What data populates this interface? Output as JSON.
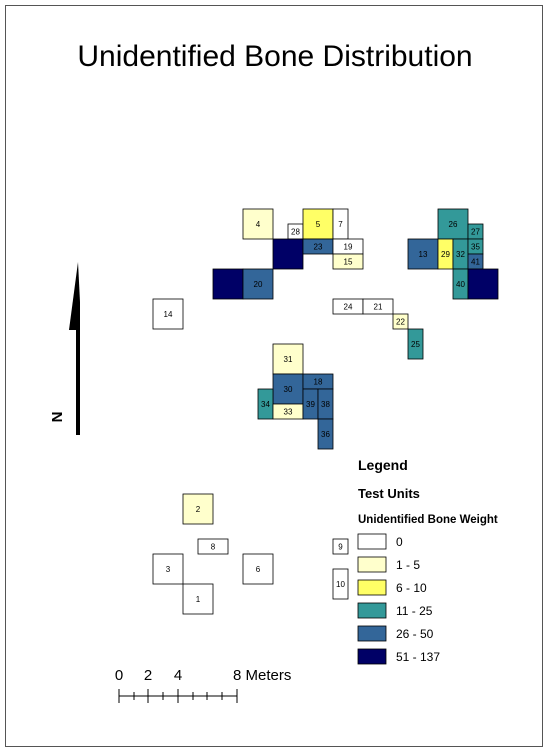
{
  "map": {
    "title": "Unidentified Bone Distribution",
    "north_label": "N",
    "legend": {
      "title": "Legend",
      "subtitle": "Test Units",
      "field": "Unidentified Bone Weight",
      "classes": [
        {
          "label": "0",
          "color": "#ffffff"
        },
        {
          "label": "1 - 5",
          "color": "#ffffcc"
        },
        {
          "label": "6 - 10",
          "color": "#ffff66"
        },
        {
          "label": "11 - 25",
          "color": "#339999"
        },
        {
          "label": "26 - 50",
          "color": "#336699"
        },
        {
          "label": "51 - 137",
          "color": "#000066"
        }
      ]
    },
    "scale_bar": {
      "labels": [
        "0",
        "2",
        "4",
        "8 Meters"
      ]
    },
    "units": [
      {
        "id": "4",
        "cls": 1,
        "label": "4"
      },
      {
        "id": "28",
        "cls": 0,
        "label": "28"
      },
      {
        "id": "5",
        "cls": 2,
        "label": "5"
      },
      {
        "id": "7",
        "cls": 0,
        "label": "7"
      },
      {
        "id": "u-dark-a",
        "cls": 5,
        "label": ""
      },
      {
        "id": "23",
        "cls": 4,
        "label": "23"
      },
      {
        "id": "19",
        "cls": 0,
        "label": "19"
      },
      {
        "id": "15",
        "cls": 1,
        "label": "15"
      },
      {
        "id": "u-dark-b",
        "cls": 5,
        "label": ""
      },
      {
        "id": "20",
        "cls": 4,
        "label": "20"
      },
      {
        "id": "14",
        "cls": 0,
        "label": "14"
      },
      {
        "id": "24",
        "cls": 0,
        "label": "24"
      },
      {
        "id": "21",
        "cls": 0,
        "label": "21"
      },
      {
        "id": "22",
        "cls": 1,
        "label": "22"
      },
      {
        "id": "25",
        "cls": 3,
        "label": "25"
      },
      {
        "id": "26",
        "cls": 3,
        "label": "26"
      },
      {
        "id": "27",
        "cls": 3,
        "label": "27"
      },
      {
        "id": "13",
        "cls": 4,
        "label": "13"
      },
      {
        "id": "29",
        "cls": 2,
        "label": "29"
      },
      {
        "id": "32",
        "cls": 3,
        "label": "32"
      },
      {
        "id": "35",
        "cls": 3,
        "label": "35"
      },
      {
        "id": "41",
        "cls": 4,
        "label": "41"
      },
      {
        "id": "40",
        "cls": 3,
        "label": "40"
      },
      {
        "id": "u-dark-c",
        "cls": 5,
        "label": ""
      },
      {
        "id": "31",
        "cls": 1,
        "label": "31"
      },
      {
        "id": "30",
        "cls": 4,
        "label": "30"
      },
      {
        "id": "18",
        "cls": 4,
        "label": "18"
      },
      {
        "id": "34",
        "cls": 3,
        "label": "34"
      },
      {
        "id": "33",
        "cls": 1,
        "label": "33"
      },
      {
        "id": "39",
        "cls": 4,
        "label": "39"
      },
      {
        "id": "38",
        "cls": 4,
        "label": "38"
      },
      {
        "id": "36",
        "cls": 4,
        "label": "36"
      },
      {
        "id": "2",
        "cls": 1,
        "label": "2"
      },
      {
        "id": "8",
        "cls": 0,
        "label": "8"
      },
      {
        "id": "3",
        "cls": 0,
        "label": "3"
      },
      {
        "id": "6",
        "cls": 0,
        "label": "6"
      },
      {
        "id": "1",
        "cls": 0,
        "label": "1"
      },
      {
        "id": "9",
        "cls": 0,
        "label": "9"
      },
      {
        "id": "10",
        "cls": 0,
        "label": "10"
      }
    ]
  }
}
